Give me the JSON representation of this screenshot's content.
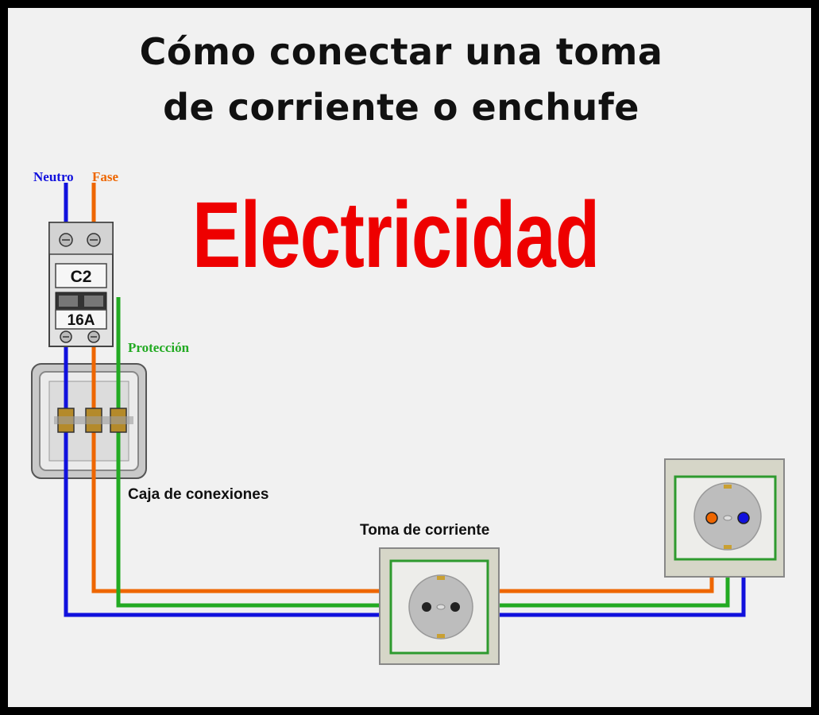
{
  "title": {
    "line1": "Cómo conectar una toma",
    "line2": "de corriente o enchufe"
  },
  "brand": "Electricidad",
  "labels": {
    "neutro": "Neutro",
    "fase": "Fase",
    "proteccion": "Protección",
    "caja": "Caja de conexiones",
    "toma": "Toma de corriente"
  },
  "breaker": {
    "type": "C2",
    "rating": "16A"
  },
  "colors": {
    "neutro": "#1111dd",
    "fase": "#ee6600",
    "proteccion": "#22aa22",
    "brand": "#ee0000",
    "background": "#f1f1f1"
  }
}
